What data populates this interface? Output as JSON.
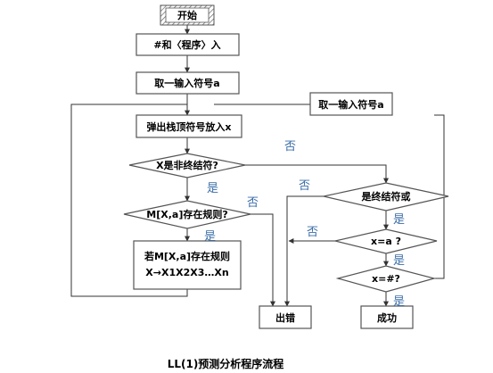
{
  "diagram": {
    "nodes": {
      "start": "开始",
      "push": "#和〈程序〉入",
      "read1": "取一输入符号a",
      "read2": "取一输入符号a",
      "pop": "弹出栈顶符号放入x",
      "is_nonterminal": "X是非终结符?",
      "rule_exists": "M[X,a]存在规则?",
      "apply_rule_line1": "若M[X,a]存在规则",
      "apply_rule_line2": "X→X1X2X3…Xn",
      "is_terminal": "是终结符或",
      "x_eq_a": "x=a ?",
      "x_eq_hash": "x=#?",
      "error": "出错",
      "success": "成功"
    },
    "edge_labels": {
      "no": "否",
      "yes": "是"
    },
    "caption": "LL(1)预测分析程序流程"
  }
}
